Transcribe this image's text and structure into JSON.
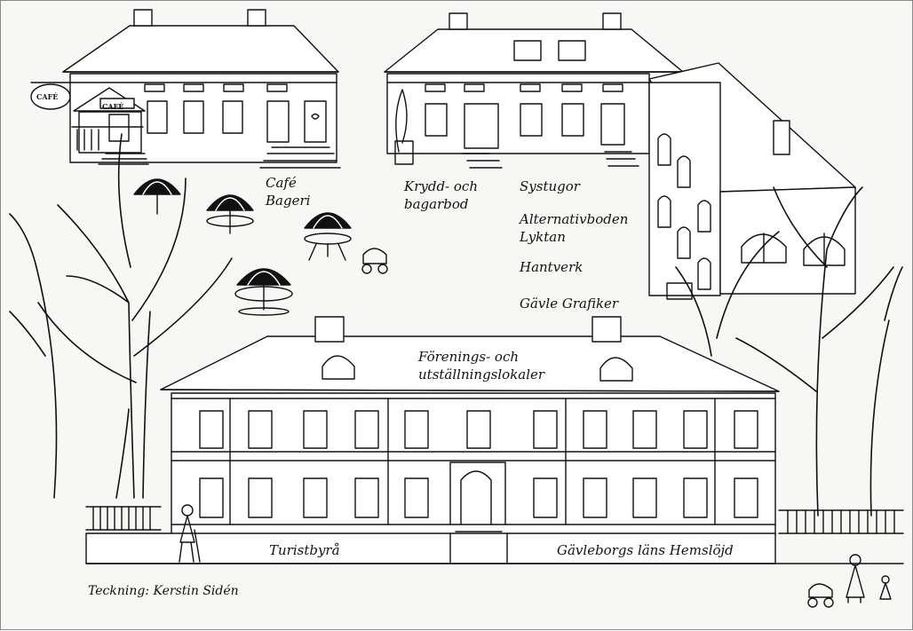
{
  "labels": {
    "cafe_sign_top": "CAFÉ",
    "cafe_sign_porch": "CAFÉ",
    "cafe_line1": "Café",
    "cafe_line2": "Bageri",
    "krydd_line1": "Krydd- och",
    "krydd_line2": "bagarbod",
    "systugor": "Systugor",
    "alternativ_line1": "Alternativboden",
    "alternativ_line2": "Lyktan",
    "hantverk": "Hantverk",
    "gavle_grafiker": "Gävle Grafiker",
    "forenings_line1": "Förenings- och",
    "forenings_line2": "utställningslokaler",
    "turistbyra": "Turistbyrå",
    "hemslojd": "Gävleborgs läns Hemslöjd",
    "credit": "Teckning: Kerstin Sidén"
  },
  "colors": {
    "ink": "#111111",
    "paper": "#f7f7f5"
  }
}
